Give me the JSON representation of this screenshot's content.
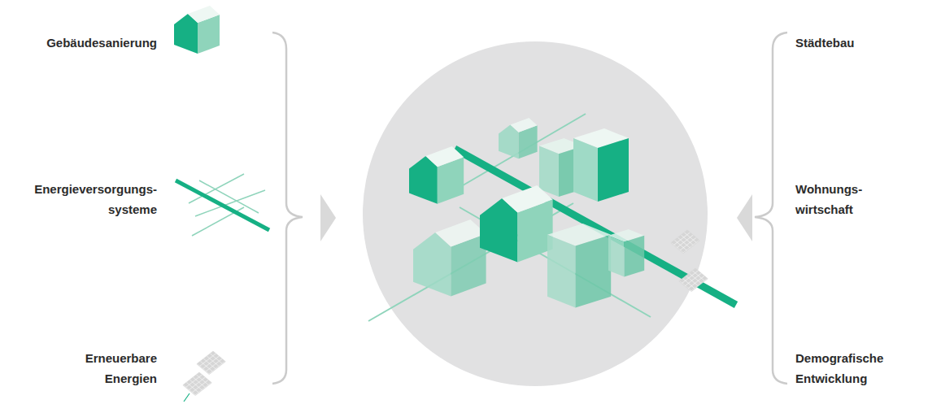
{
  "diagram": {
    "labels": [
      "Gebäudesanierung",
      "Städtebau",
      "Energieversorgungs- systeme",
      "Wohnungs- wirtschaft",
      "Erneuerbare Energien",
      "Demografische Entwicklung"
    ]
  }
}
